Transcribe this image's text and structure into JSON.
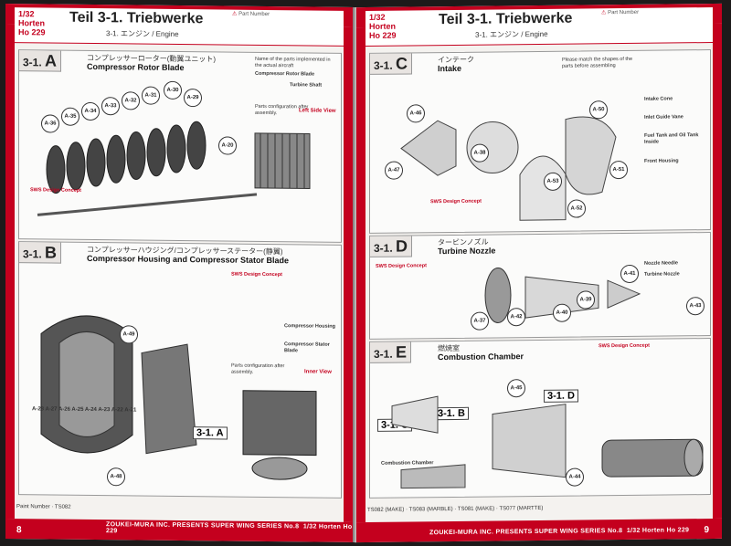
{
  "left_page": {
    "scale": "1/32",
    "model": "Horten Ho 229",
    "title": "Teil 3-1. Triebwerke",
    "subtitle": "3-1. エンジン / Engine",
    "part_number_label": "Part Number",
    "page_number": "8",
    "footer_left": "ZOUKEI-MURA INC. PRESENTS SUPER WING SERIES No.8",
    "footer_right": "1/32 Horten Ho 229",
    "paint_label": "Paint Number",
    "paint_code": "TS082",
    "sections": {
      "a": {
        "head": "3-1.",
        "letter": "A",
        "title_jp": "コンプレッサーローター(動翼ユニット)",
        "title_en": "Compressor Rotor Blade",
        "parts": [
          "A-36",
          "A-35",
          "A-34",
          "A-33",
          "A-32",
          "A-31",
          "A-30",
          "A-29",
          "A-20"
        ],
        "side_label": "Left Side View",
        "config_label": "Parts configuration after assembly.",
        "design_concept": "SWS Design Concept",
        "part_name_label": "Name of the parts implemented in the actual aircraft",
        "part_name": "Compressor Rotor Blade",
        "turbine_shaft": "Turbine Shaft"
      },
      "b": {
        "head": "3-1.",
        "letter": "B",
        "title_jp": "コンプレッサーハウジング/コンプレッサーステーター(静翼)",
        "title_en": "Compressor Housing and Compressor Stator Blade",
        "parts": [
          "A-49",
          "A-28",
          "A-27",
          "A-26",
          "A-25",
          "A-24",
          "A-23",
          "A-22",
          "A-21",
          "A-48"
        ],
        "design_concept": "SWS Design Concept",
        "inner_view": "Inner View",
        "config_label": "Parts configuration after assembly.",
        "housing_label": "Compressor Housing",
        "stator_label": "Compressor Stator Blade",
        "next_stage": "3-1. A"
      }
    }
  },
  "right_page": {
    "scale": "1/32",
    "model": "Horten Ho 229",
    "title": "Teil 3-1. Triebwerke",
    "subtitle": "3-1. エンジン / Engine",
    "part_number_label": "Part Number",
    "page_number": "9",
    "footer_left": "ZOUKEI-MURA INC. PRESENTS SUPER WING SERIES No.8",
    "footer_right": "1/32 Horten Ho 229",
    "sections": {
      "c": {
        "head": "3-1.",
        "letter": "C",
        "title_jp": "インテーク",
        "title_en": "Intake",
        "parts": [
          "A-46",
          "A-47",
          "A-38",
          "A-50",
          "A-51",
          "A-53",
          "A-52"
        ],
        "check_note": "Please match the shapes of the parts before assembling",
        "design_concept": "SWS Design Concept",
        "intake_cone": "Intake Cone",
        "intake_guide_vane": "Inlet Guide Vane",
        "fuel_tank": "Fuel Tank and Oil Tank Inside",
        "front_housing": "Front Housing"
      },
      "d": {
        "head": "3-1.",
        "letter": "D",
        "title_jp": "タービンノズル",
        "title_en": "Turbine Nozzle",
        "parts": [
          "A-37",
          "A-42",
          "A-40",
          "A-39",
          "A-41",
          "A-43"
        ],
        "design_concept": "SWS Design Concept",
        "nozzle_needle": "Nozzle Needle",
        "turbine_nozzle": "Turbine Nozzle"
      },
      "e": {
        "head": "3-1.",
        "letter": "E",
        "title_jp": "燃焼室",
        "title_en": "Combustion Chamber",
        "parts": [
          "A-45",
          "A-44"
        ],
        "design_concept": "SWS Design Concept",
        "combustion_chamber": "Combustion Chamber",
        "sub_b": "3-1. B",
        "sub_c": "3-1. C",
        "sub_d": "3-1. D"
      }
    },
    "paints": [
      "TS082 (MAKE)",
      "TS083 (MARBLE)",
      "TS081 (MAKE)",
      "TS077 (MARTTE)"
    ]
  },
  "colors": {
    "accent_red": "#c4001e",
    "page_bg": "#f4f2ef",
    "background": "#1d1a1a"
  }
}
